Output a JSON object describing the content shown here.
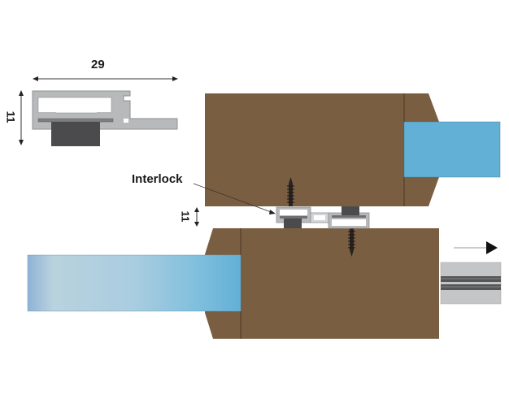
{
  "diagram": {
    "type": "technical cross-section",
    "subject": "sliding sash interlock profile"
  },
  "profile_detail": {
    "width_dimension": "29",
    "height_dimension": "11"
  },
  "assembly": {
    "callout_label": "Interlock",
    "gap_dimension": "11",
    "direction_arrow": "right-arrow-icon"
  },
  "colors": {
    "frame_wood": "#7a5e42",
    "frame_edge": "#4a3624",
    "glass": "#62b0d6",
    "aluminium": "#b9babc",
    "gasket": "#4a4a4a",
    "track": "#c4c5c7",
    "track_rail": "#555555"
  }
}
